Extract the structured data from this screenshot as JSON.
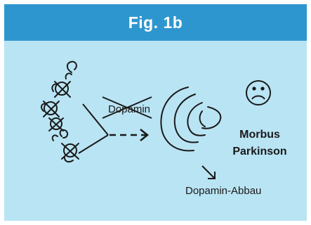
{
  "header": {
    "title": "Fig. 1b"
  },
  "labels": {
    "transmitter": "Dopamin",
    "condition_line1": "Morbus",
    "condition_line2": "Parkinson",
    "breakdown": "Dopamin-Abbau"
  },
  "icons": {
    "neuron": "degenerating-neuron-chain-icon",
    "receptor": "receptor-icon",
    "mood": "sad-face-icon"
  },
  "colors": {
    "header_bg": "#2e96cf",
    "panel_bg": "#b9e4f4",
    "ink": "#1a1a1a"
  }
}
